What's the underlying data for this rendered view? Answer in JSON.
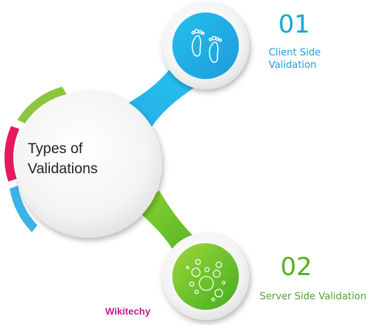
{
  "diagram": {
    "title": "Types of Validations",
    "items": [
      {
        "number": "01",
        "label": "Client Side Validation",
        "icon": "footprints-icon",
        "color": "#1aa9de"
      },
      {
        "number": "02",
        "label": "Server Side Validation",
        "icon": "bubbles-icon",
        "color": "#5ab625"
      }
    ],
    "arc_colors": [
      "#8cc63f",
      "#e6185f",
      "#3cb3e6"
    ]
  },
  "brand": "Wikitechy"
}
